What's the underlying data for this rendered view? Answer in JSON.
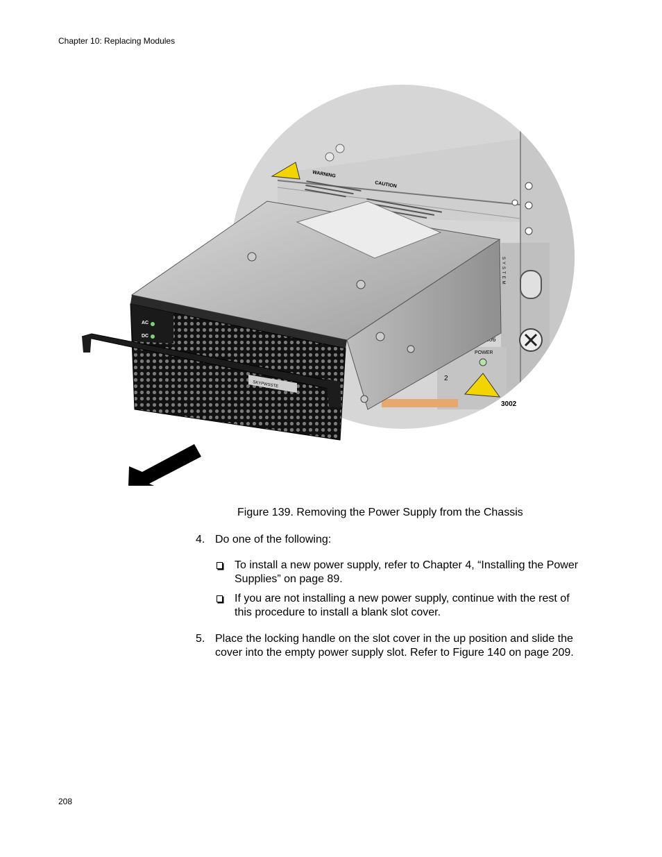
{
  "header": {
    "chapter": "Chapter 10: Replacing Modules"
  },
  "figure": {
    "caption": "Figure 139. Removing the Power Supply from the Chassis",
    "labels": {
      "ac": "AC",
      "dc": "DC",
      "power": "POWER",
      "model": "AN06",
      "slot": "2",
      "part": "3002",
      "psu_name": "SKYPWSSTE",
      "system": "SYSTEM",
      "warning": "WARNING",
      "caution": "CAUTION"
    }
  },
  "steps": [
    {
      "num": "4.",
      "text": "Do one of the following:"
    },
    {
      "num": "5.",
      "text": "Place the locking handle on the slot cover in the up position and slide the cover into the empty power supply slot. Refer to Figure 140 on page 209."
    }
  ],
  "bullets": [
    {
      "text": "To install a new power supply, refer to Chapter 4, “Installing the Power Supplies” on page 89."
    },
    {
      "text": "If you are not installing a new power supply, continue with the rest of this procedure to install a blank slot cover."
    }
  ],
  "footer": {
    "page_number": "208"
  }
}
